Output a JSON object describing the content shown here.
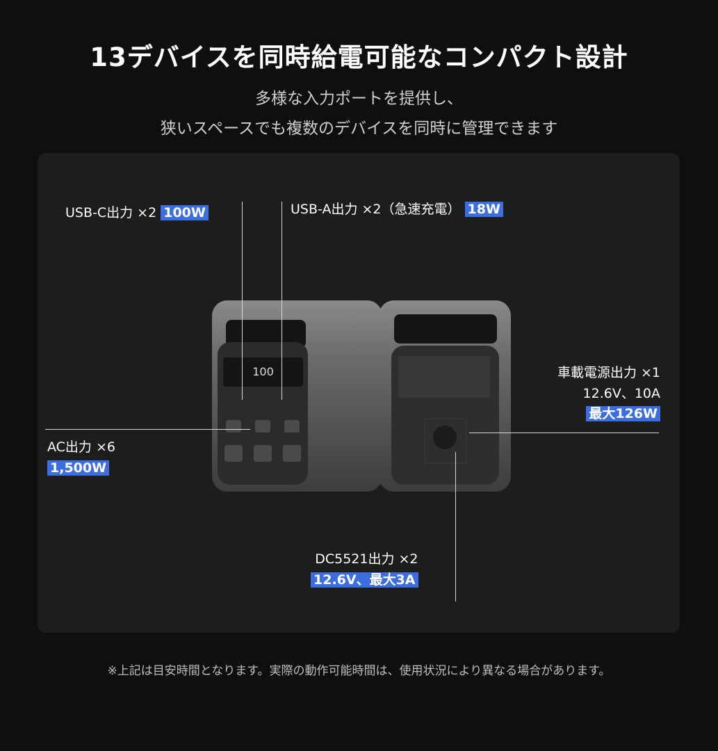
{
  "title": "13デバイスを同時給電可能なコンパクト設計",
  "subtitle": [
    "多様な入力ポートを提供し、",
    "狭いスペースでも複数のデバイスを同時に管理できます"
  ],
  "callouts": {
    "usbc": {
      "label": "USB-C出力 ×2",
      "value": "100W"
    },
    "usba": {
      "label": "USB-A出力 ×2（急速充電）",
      "value": "18W"
    },
    "ac": {
      "label": "AC出力 ×6",
      "value": "1,500W"
    },
    "car": {
      "label": "車載電源出力 ×1",
      "spec": "12.6V、10A",
      "value": "最大126W"
    },
    "dc": {
      "label": "DC5521出力 ×2",
      "value": "12.6V、最大3A"
    }
  },
  "display_value": "100",
  "footnote": "※上記は目安時間となります。実際の動作可能時間は、使用状況により異なる場合があります。",
  "colors": {
    "highlight": "#3c6ee0",
    "background": "#0f0f0f",
    "card": "#1d1d1d"
  }
}
